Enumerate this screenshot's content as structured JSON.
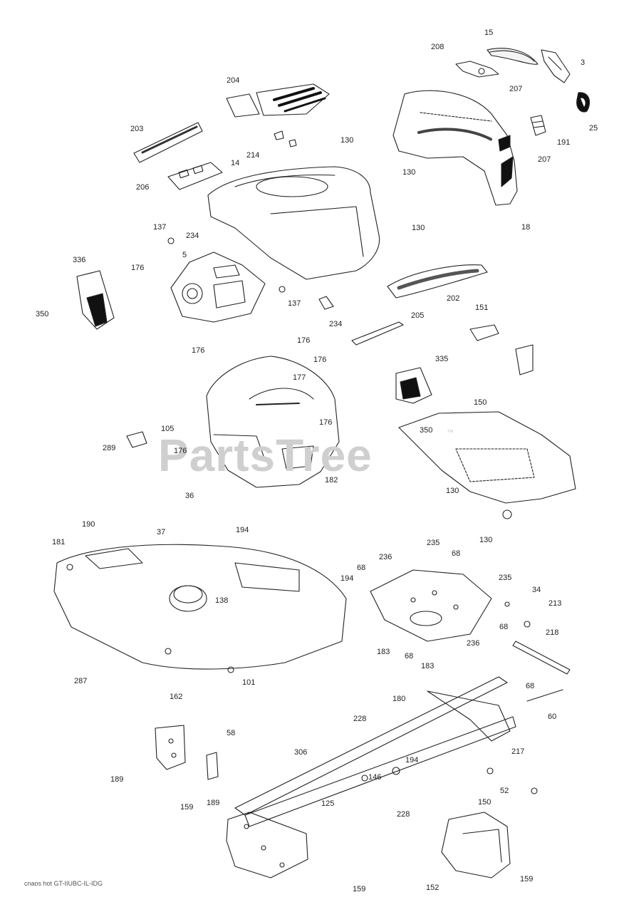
{
  "watermark": {
    "text": "PartsTree",
    "trademark": "™"
  },
  "footer_code": "cnaos hot GT-IIUBC-IL-IDG",
  "callouts": [
    "15",
    "208",
    "3",
    "207",
    "204",
    "25",
    "191",
    "203",
    "130",
    "214",
    "14",
    "207",
    "130",
    "206",
    "18",
    "130",
    "137",
    "234",
    "336",
    "176",
    "5",
    "202",
    "137",
    "350",
    "151",
    "234",
    "205",
    "176",
    "176",
    "176",
    "177",
    "335",
    "150",
    "176",
    "105",
    "350",
    "289",
    "176",
    "182",
    "130",
    "36",
    "190",
    "37",
    "194",
    "181",
    "130",
    "235",
    "236",
    "68",
    "194",
    "68",
    "235",
    "34",
    "138",
    "213",
    "68",
    "218",
    "183",
    "68",
    "236",
    "183",
    "287",
    "101",
    "162",
    "68",
    "180",
    "60",
    "228",
    "58",
    "306",
    "217",
    "194",
    "146",
    "189",
    "52",
    "189",
    "159",
    "125",
    "228",
    "150",
    "159",
    "152",
    "159"
  ]
}
